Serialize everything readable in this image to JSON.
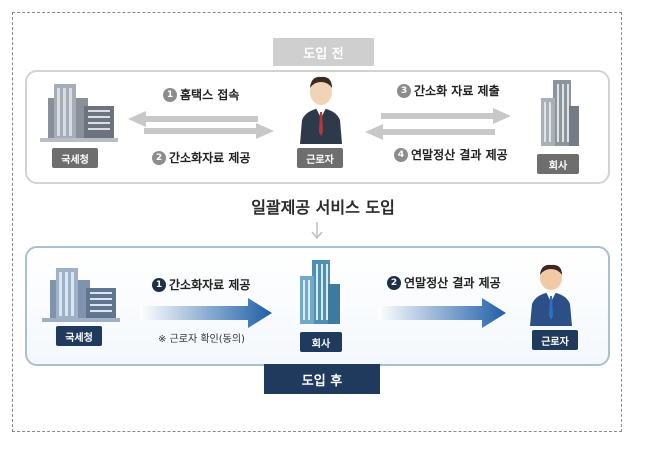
{
  "before": {
    "tab_label": "도입 전",
    "nts_label": "국세청",
    "worker_label": "근로자",
    "company_label": "회사",
    "steps": [
      {
        "num": "1",
        "label": "홈택스 접속"
      },
      {
        "num": "2",
        "label": "간소화자료 제공"
      },
      {
        "num": "3",
        "label": "간소화 자료 제출"
      },
      {
        "num": "4",
        "label": "연말정산 결과 제공"
      }
    ]
  },
  "center_title": "일괄제공 서비스 도입",
  "after": {
    "tab_label": "도입 후",
    "nts_label": "국세청",
    "company_label": "회사",
    "worker_label": "근로자",
    "steps": [
      {
        "num": "1",
        "label": "간소화자료 제공"
      },
      {
        "num": "2",
        "label": "연말정산 결과 제공"
      }
    ],
    "note": "※ 근로자 확인(동의)"
  },
  "colors": {
    "gray_arrow": "#c8c8c8",
    "blue_arrow": "#1f5fa8",
    "navy": "#1f3a5c",
    "gray_tag": "#6e6e6e"
  }
}
